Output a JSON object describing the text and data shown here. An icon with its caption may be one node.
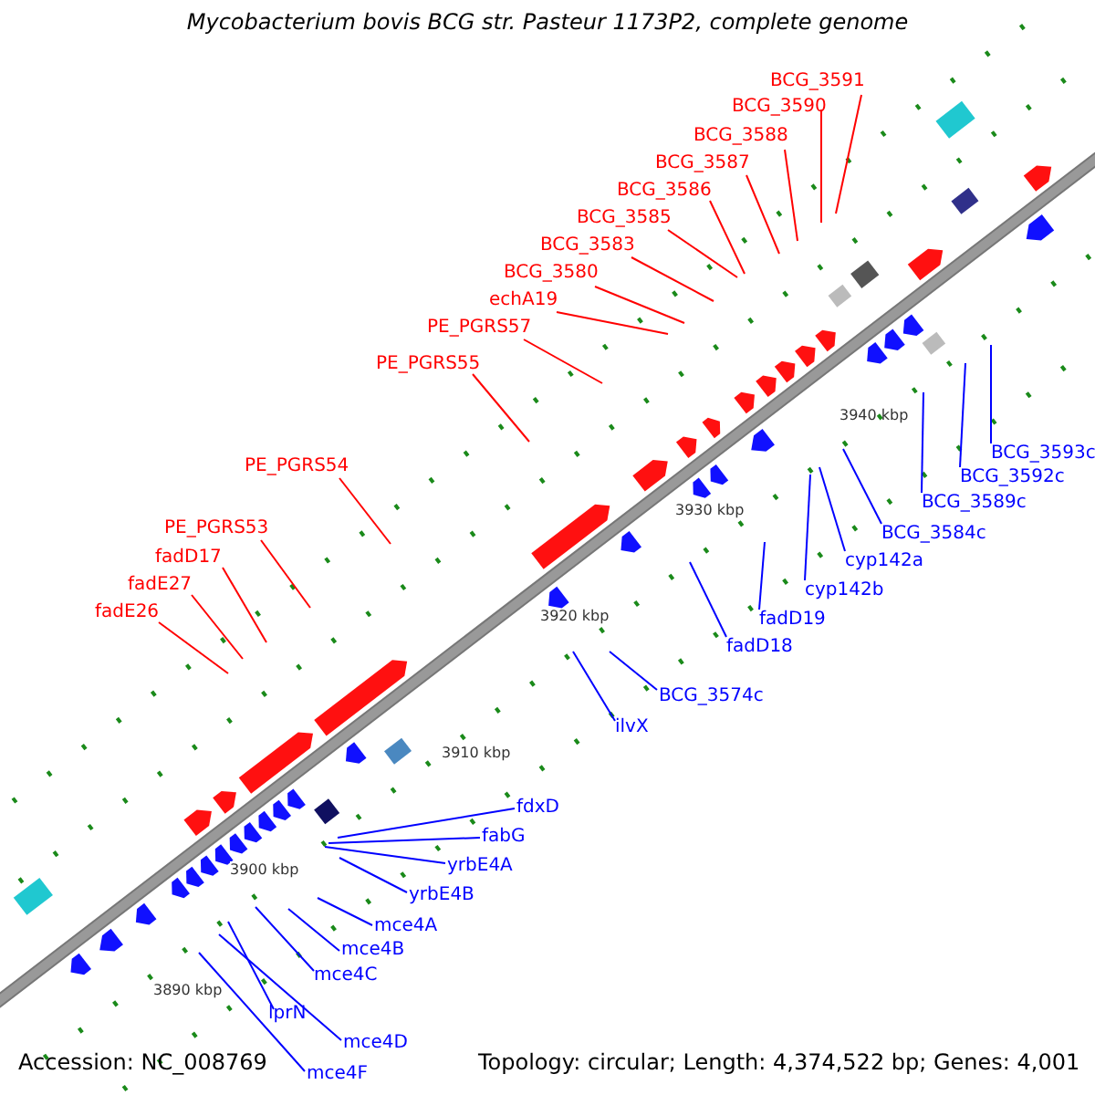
{
  "diagram": {
    "title": "Mycobacterium bovis BCG str. Pasteur 1173P2, complete genome",
    "nodes": [
      {
        "text": [
          "BCG_3591"
        ]
      },
      {
        "text": [
          "BCG_3590"
        ]
      },
      {
        "text": [
          "BCG_3588"
        ]
      },
      {
        "text": [
          "BCG_3587"
        ]
      },
      {
        "text": [
          "BCG_3586"
        ]
      },
      {
        "text": [
          "BCG_3585"
        ]
      },
      {
        "text": [
          "BCG_3583"
        ]
      },
      {
        "text": [
          "BCG_3580"
        ]
      },
      {
        "text": [
          "echA19"
        ]
      },
      {
        "text": [
          "PE_PGRS57"
        ]
      },
      {
        "text": [
          "PE_PGRS55"
        ]
      },
      {
        "text": [
          "PE_PGRS54"
        ]
      },
      {
        "text": [
          "PE_PGRS53"
        ]
      },
      {
        "text": [
          "fadD17"
        ]
      },
      {
        "text": [
          "fadE27"
        ]
      },
      {
        "text": [
          "fadE26"
        ]
      },
      {
        "text": [
          "BCG_3593c"
        ]
      },
      {
        "text": [
          "BCG_3592c"
        ]
      },
      {
        "text": [
          "BCG_3589c"
        ]
      },
      {
        "text": [
          "BCG_3584c"
        ]
      },
      {
        "text": [
          "cyp142a"
        ]
      },
      {
        "text": [
          "cyp142b"
        ]
      },
      {
        "text": [
          "fadD19"
        ]
      },
      {
        "text": [
          "fadD18"
        ]
      },
      {
        "text": [
          "BCG_3574c"
        ]
      },
      {
        "text": [
          "ilvX"
        ]
      },
      {
        "text": [
          "fdxD"
        ]
      },
      {
        "text": [
          "fabG"
        ]
      },
      {
        "text": [
          "yrbE4A"
        ]
      },
      {
        "text": [
          "yrbE4B"
        ]
      },
      {
        "text": [
          "mce4A"
        ]
      },
      {
        "text": [
          "mce4B"
        ]
      },
      {
        "text": [
          "mce4C"
        ]
      },
      {
        "text": [
          "lprN"
        ]
      },
      {
        "text": [
          "mce4D"
        ]
      },
      {
        "text": [
          "mce4F"
        ]
      }
    ],
    "edges": [
      {
        "from": 0,
        "to": null,
        "arrow": "none",
        "color": "#ff0000"
      },
      {
        "from": 1,
        "to": null,
        "arrow": "none",
        "color": "#ff0000"
      },
      {
        "from": 2,
        "to": null,
        "arrow": "none",
        "color": "#ff0000"
      },
      {
        "from": 3,
        "to": null,
        "arrow": "none",
        "color": "#ff0000"
      },
      {
        "from": 4,
        "to": null,
        "arrow": "none",
        "color": "#ff0000"
      },
      {
        "from": 5,
        "to": null,
        "arrow": "none",
        "color": "#ff0000"
      },
      {
        "from": 6,
        "to": null,
        "arrow": "none",
        "color": "#ff0000"
      },
      {
        "from": 7,
        "to": null,
        "arrow": "none",
        "color": "#ff0000"
      },
      {
        "from": 8,
        "to": null,
        "arrow": "none",
        "color": "#ff0000"
      },
      {
        "from": 9,
        "to": null,
        "arrow": "none",
        "color": "#ff0000"
      },
      {
        "from": 10,
        "to": null,
        "arrow": "none",
        "color": "#ff0000"
      },
      {
        "from": 11,
        "to": null,
        "arrow": "none",
        "color": "#ff0000"
      },
      {
        "from": 12,
        "to": null,
        "arrow": "none",
        "color": "#ff0000"
      },
      {
        "from": 13,
        "to": null,
        "arrow": "none",
        "color": "#ff0000"
      },
      {
        "from": 14,
        "to": null,
        "arrow": "none",
        "color": "#ff0000"
      },
      {
        "from": 15,
        "to": null,
        "arrow": "none",
        "color": "#ff0000"
      },
      {
        "from": 16,
        "to": null,
        "arrow": "none",
        "color": "#0000ff"
      },
      {
        "from": 17,
        "to": null,
        "arrow": "none",
        "color": "#0000ff"
      },
      {
        "from": 18,
        "to": null,
        "arrow": "none",
        "color": "#0000ff"
      },
      {
        "from": 19,
        "to": null,
        "arrow": "none",
        "color": "#0000ff"
      },
      {
        "from": 20,
        "to": null,
        "arrow": "none",
        "color": "#0000ff"
      },
      {
        "from": 21,
        "to": null,
        "arrow": "none",
        "color": "#0000ff"
      },
      {
        "from": 22,
        "to": null,
        "arrow": "none",
        "color": "#0000ff"
      },
      {
        "from": 23,
        "to": null,
        "arrow": "none",
        "color": "#0000ff"
      },
      {
        "from": 24,
        "to": null,
        "arrow": "none",
        "color": "#0000ff"
      },
      {
        "from": 25,
        "to": null,
        "arrow": "none",
        "color": "#0000ff"
      },
      {
        "from": 26,
        "to": null,
        "arrow": "none",
        "color": "#0000ff"
      },
      {
        "from": 27,
        "to": null,
        "arrow": "none",
        "color": "#0000ff"
      },
      {
        "from": 28,
        "to": null,
        "arrow": "none",
        "color": "#0000ff"
      },
      {
        "from": 29,
        "to": null,
        "arrow": "none",
        "color": "#0000ff"
      },
      {
        "from": 30,
        "to": null,
        "arrow": "none",
        "color": "#0000ff"
      },
      {
        "from": 31,
        "to": null,
        "arrow": "none",
        "color": "#0000ff"
      },
      {
        "from": 32,
        "to": null,
        "arrow": "none",
        "color": "#0000ff"
      },
      {
        "from": 33,
        "to": null,
        "arrow": "none",
        "color": "#0000ff"
      },
      {
        "from": 34,
        "to": null,
        "arrow": "none",
        "color": "#0000ff"
      },
      {
        "from": 35,
        "to": null,
        "arrow": "none",
        "color": "#0000ff"
      }
    ],
    "labels": [
      "3940 kbp",
      "3930 kbp",
      "3920 kbp",
      "3910 kbp",
      "3900 kbp",
      "3890 kbp",
      "Accession: NC_008769",
      "Topology: circular; Length: 4,374,522 bp; Genes: 4,001"
    ]
  }
}
